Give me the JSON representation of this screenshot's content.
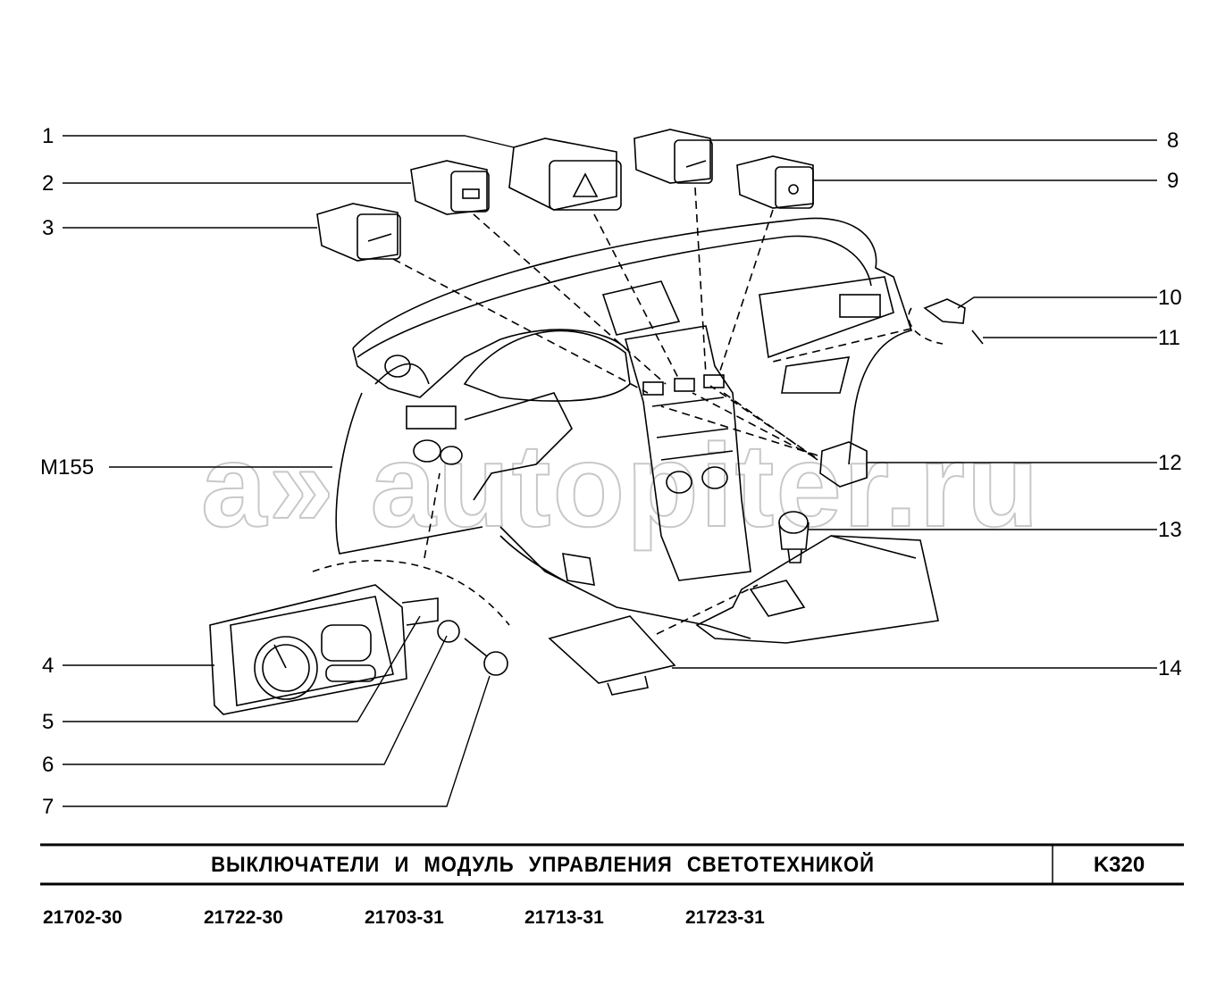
{
  "callouts_left": [
    {
      "id": "1",
      "label": "1"
    },
    {
      "id": "2",
      "label": "2"
    },
    {
      "id": "3",
      "label": "3"
    },
    {
      "id": "m155",
      "label": "M155"
    },
    {
      "id": "4",
      "label": "4"
    },
    {
      "id": "5",
      "label": "5"
    },
    {
      "id": "6",
      "label": "6"
    },
    {
      "id": "7",
      "label": "7"
    }
  ],
  "callouts_right": [
    {
      "id": "8",
      "label": "8"
    },
    {
      "id": "9",
      "label": "9"
    },
    {
      "id": "10",
      "label": "10"
    },
    {
      "id": "11",
      "label": "11"
    },
    {
      "id": "12",
      "label": "12"
    },
    {
      "id": "13",
      "label": "13"
    },
    {
      "id": "14",
      "label": "14"
    }
  ],
  "watermark": "a» autopiter.ru",
  "title_block": {
    "title": "ВЫКЛЮЧАТЕЛИ И МОДУЛЬ УПРАВЛЕНИЯ СВЕТОТЕХНИКОЙ",
    "code": "K320"
  },
  "models": [
    "21702-30",
    "21722-30",
    "21703-31",
    "21713-31",
    "21723-31"
  ]
}
